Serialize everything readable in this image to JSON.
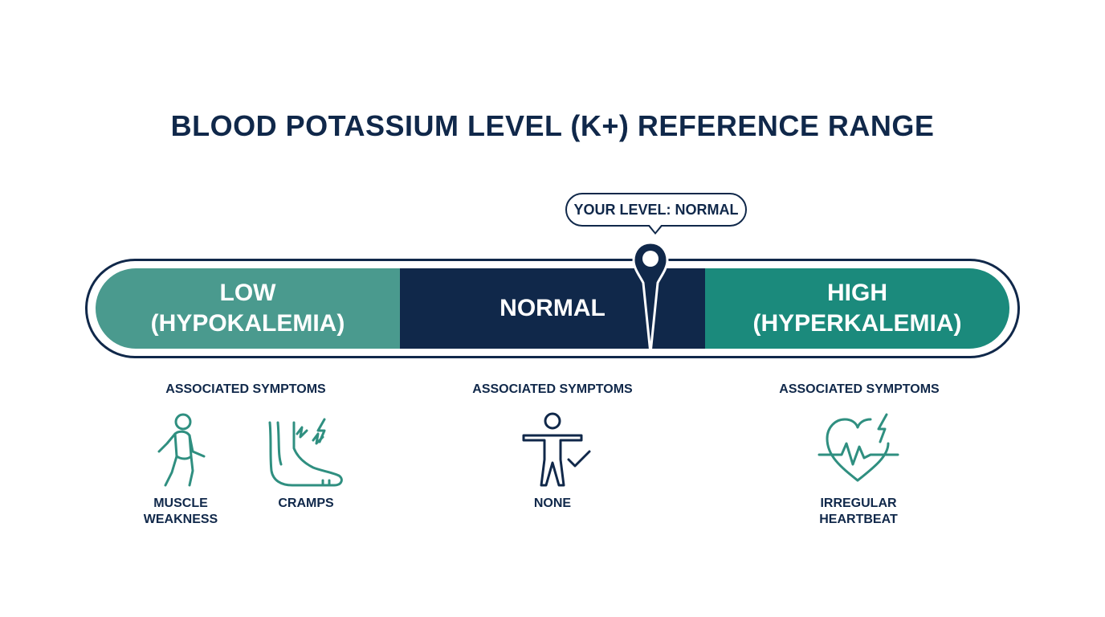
{
  "title": "BLOOD POTASSIUM LEVEL (K+) REFERENCE RANGE",
  "colors": {
    "low": "#4a9a8e",
    "normal": "#10284a",
    "high": "#1b8a7c",
    "outline": "#10284a",
    "icon": "#2f8f80"
  },
  "callout": {
    "text": "YOUR LEVEL: NORMAL"
  },
  "indicator": {
    "position_in_normal_segment": 0.82
  },
  "segments": [
    {
      "key": "low",
      "line1": "LOW",
      "line2": "(HYPOKALEMIA)"
    },
    {
      "key": "normal",
      "line1": "NORMAL",
      "line2": ""
    },
    {
      "key": "high",
      "line1": "HIGH",
      "line2": "(HYPERKALEMIA)"
    }
  ],
  "symptoms": {
    "low": {
      "heading": "ASSOCIATED SYMPTOMS",
      "items": [
        {
          "icon": "walking-person-icon",
          "line1": "MUSCLE",
          "line2": "WEAKNESS"
        },
        {
          "icon": "foot-cramp-icon",
          "line1": "CRAMPS",
          "line2": ""
        }
      ]
    },
    "normal": {
      "heading": "ASSOCIATED SYMPTOMS",
      "items": [
        {
          "icon": "person-check-icon",
          "line1": "NONE",
          "line2": ""
        }
      ]
    },
    "high": {
      "heading": "ASSOCIATED SYMPTOMS",
      "items": [
        {
          "icon": "heart-pulse-icon",
          "line1": "IRREGULAR",
          "line2": "HEARTBEAT"
        }
      ]
    }
  }
}
